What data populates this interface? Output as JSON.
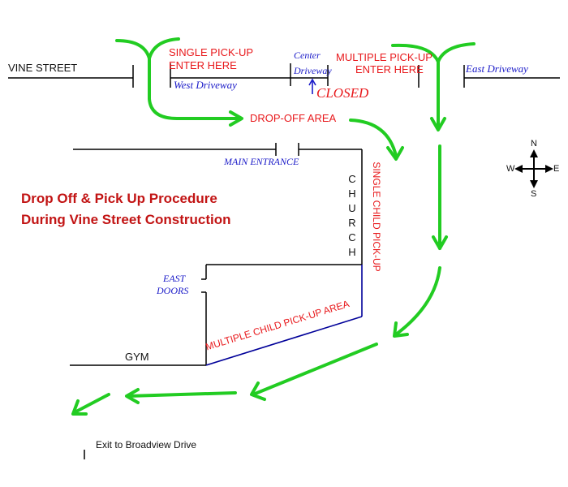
{
  "labels": {
    "vine_street": "VINE STREET",
    "single_pickup_line1": "SINGLE PICK-UP",
    "single_pickup_line2": "ENTER HERE",
    "west_driveway": "West Driveway",
    "center_line1": "Center",
    "center_line2": "Driveway",
    "closed": "CLOSED",
    "multiple_pickup_line1": "MULTIPLE PICK-UP",
    "multiple_pickup_line2": "ENTER HERE",
    "east_driveway": "East Driveway",
    "drop_off_area": "DROP-OFF AREA",
    "main_entrance": "MAIN ENTRANCE",
    "church": "CHURCH",
    "single_child_pickup": "SINGLE CHILD PICK-UP",
    "east_doors_line1": "EAST",
    "east_doors_line2": "DOORS",
    "gym": "GYM",
    "multiple_child_pickup_area": "MULTIPLE CHILD PICK-UP AREA",
    "exit": "Exit to Broadview Drive"
  },
  "title": {
    "line1": "Drop Off & Pick Up Procedure",
    "line2": "During Vine Street Construction"
  },
  "compass": {
    "n": "N",
    "s": "S",
    "e": "E",
    "w": "W"
  },
  "colors": {
    "arrow_green": "#22cc22",
    "label_red": "#e8191c",
    "title_red": "#c21414",
    "label_blue": "#1a1ac8",
    "line_black": "#000000",
    "pickup_line_blue": "#000099"
  }
}
